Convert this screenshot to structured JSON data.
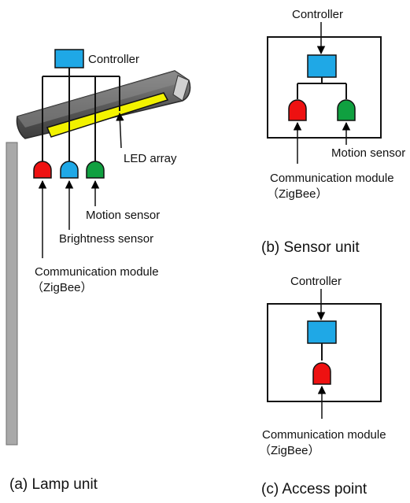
{
  "lamp_unit": {
    "caption": "(a) Lamp unit",
    "controller_label": "Controller",
    "led_array_label": "LED array",
    "motion_sensor_label": "Motion sensor",
    "brightness_sensor_label": "Brightness sensor",
    "comm_module_label_line1": "Communication module",
    "comm_module_label_line2": "（ZigBee）"
  },
  "sensor_unit": {
    "caption": "(b) Sensor unit",
    "controller_label": "Controller",
    "motion_sensor_label": "Motion sensor",
    "comm_module_label_line1": "Communication module",
    "comm_module_label_line2": "（ZigBee）"
  },
  "access_point": {
    "caption": "(c) Access point",
    "controller_label": "Controller",
    "comm_module_label_line1": "Communication module",
    "comm_module_label_line2": "（ZigBee）"
  },
  "colors": {
    "controller_box": "#1fa8e6",
    "comm_module": "#ee1111",
    "brightness_sensor": "#1fa8e6",
    "motion_sensor": "#10a040",
    "led_array": "#f2f200",
    "pole": "#a9a9a9",
    "lamp_head": "#5f5f5f"
  }
}
